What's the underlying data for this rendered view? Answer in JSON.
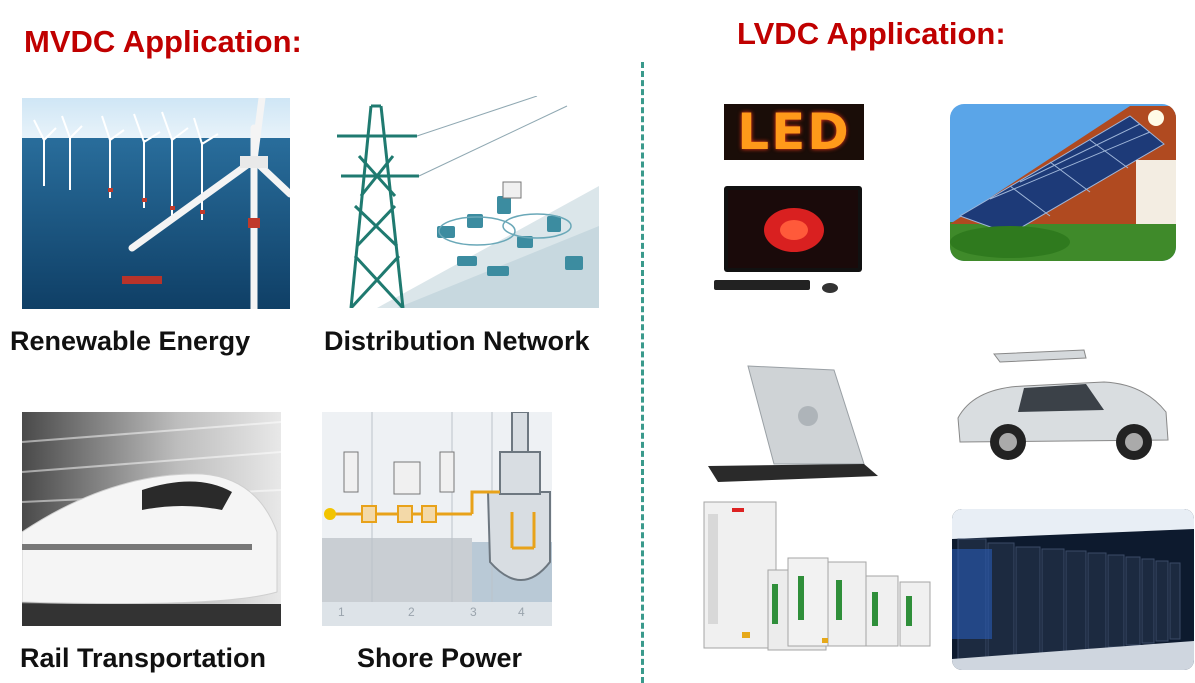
{
  "mvdc": {
    "heading": "MVDC Application:",
    "items": [
      {
        "label": "Renewable Energy"
      },
      {
        "label": "Distribution Network"
      },
      {
        "label": "Rail Transportation"
      },
      {
        "label": "Shore Power"
      }
    ],
    "shore_zone_numbers": [
      "1",
      "2",
      "3",
      "4"
    ]
  },
  "lvdc": {
    "heading": "LVDC Application:",
    "led_sign_text": "LED"
  },
  "colors": {
    "heading_red": "#c00000",
    "divider_teal": "#3a9a8c"
  }
}
